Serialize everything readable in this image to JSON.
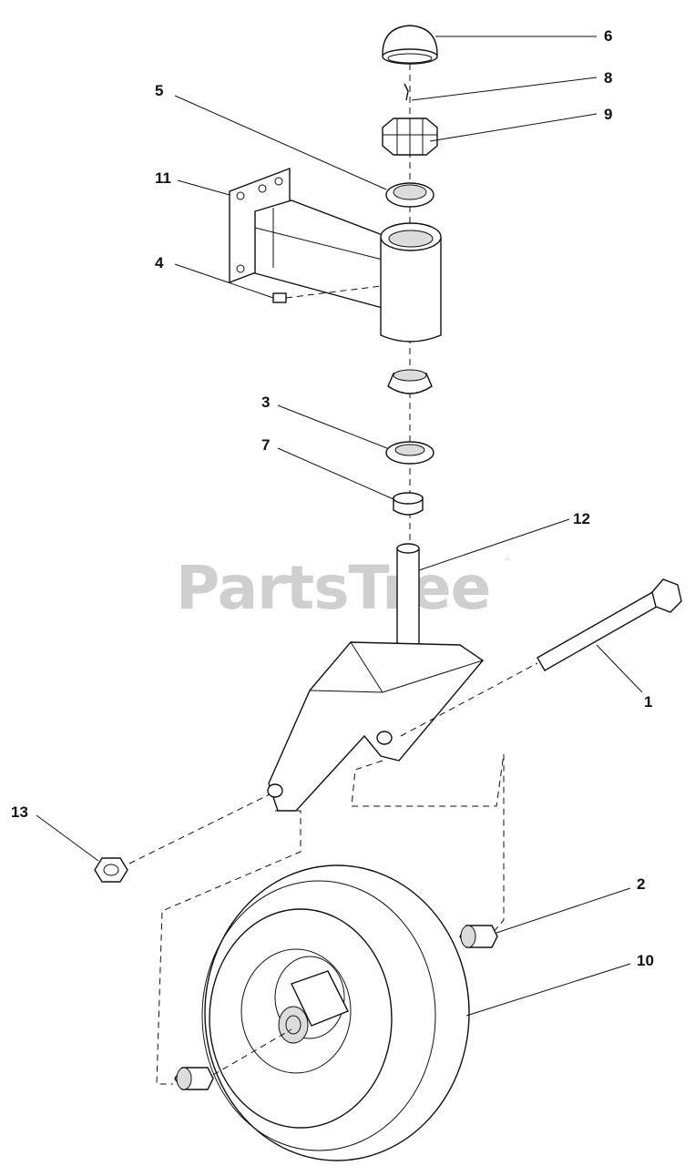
{
  "watermark": {
    "text": "PartsTree",
    "trademark": "™"
  },
  "callouts": [
    "1",
    "2",
    "3",
    "4",
    "5",
    "6",
    "7",
    "8",
    "9",
    "10",
    "11",
    "12",
    "13"
  ]
}
